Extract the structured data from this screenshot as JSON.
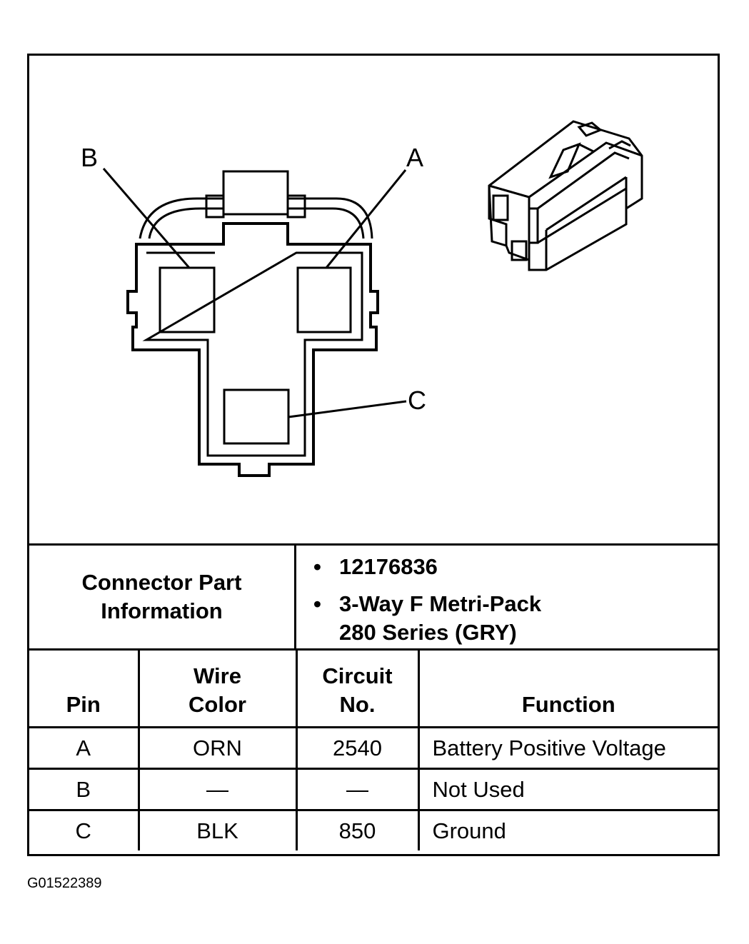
{
  "diagram": {
    "pin_labels": {
      "a": "A",
      "b": "B",
      "c": "C"
    }
  },
  "connector_info": {
    "label": "Connector Part Information",
    "items": [
      "12176836",
      "3-Way F Metri-Pack",
      "280 Series (GRY)"
    ],
    "bullet": "•"
  },
  "table": {
    "headers": {
      "pin": "Pin",
      "wire_line1": "Wire",
      "wire_line2": "Color",
      "circuit_line1": "Circuit",
      "circuit_line2": "No.",
      "function": "Function"
    },
    "rows": [
      {
        "pin": "A",
        "wire": "ORN",
        "circuit": "2540",
        "function": "Battery Positive Voltage"
      },
      {
        "pin": "B",
        "wire": "—",
        "circuit": "—",
        "function": "Not Used"
      },
      {
        "pin": "C",
        "wire": "BLK",
        "circuit": "850",
        "function": "Ground"
      }
    ]
  },
  "figure_id": "G01522389"
}
